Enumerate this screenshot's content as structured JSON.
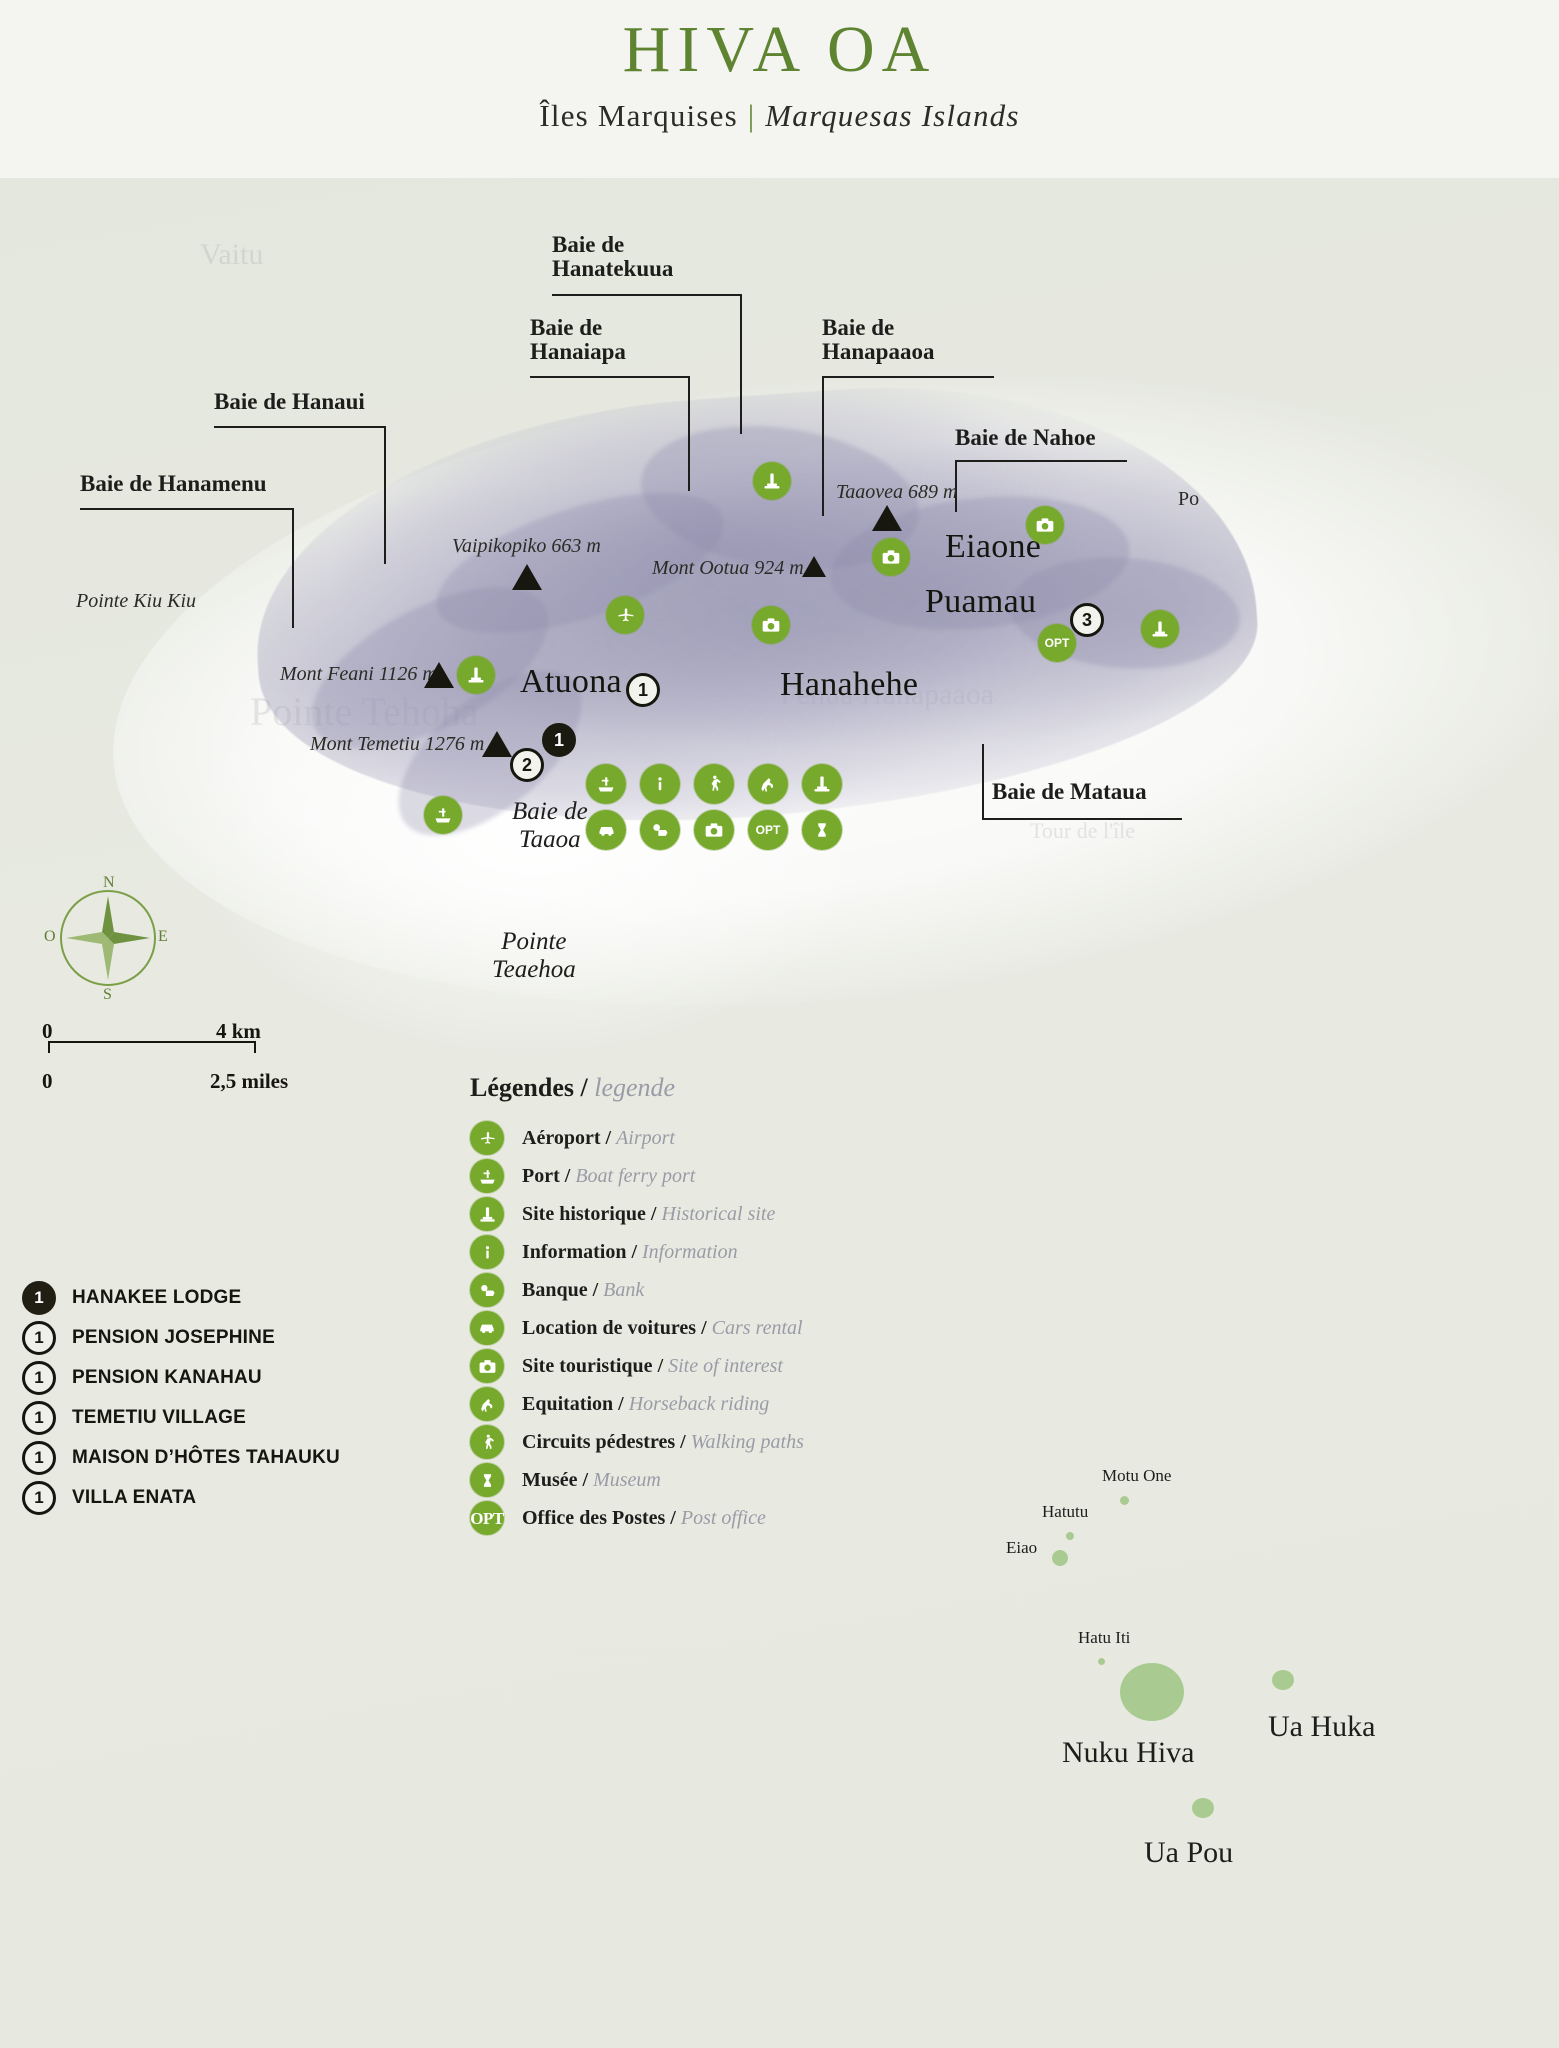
{
  "header": {
    "title": "HIVA OA",
    "subtitle_fr": "Îles Marquises",
    "subtitle_sep": "|",
    "subtitle_en": "Marquesas Islands"
  },
  "map": {
    "bay_callouts": [
      {
        "id": "hanatekuua",
        "line1": "Baie de",
        "line2": "Hanatekuua"
      },
      {
        "id": "hanaiapa",
        "line1": "Baie de",
        "line2": "Hanaiapa"
      },
      {
        "id": "hanapaaoa",
        "line1": "Baie de",
        "line2": "Hanapaaoa"
      },
      {
        "id": "nahoe",
        "line1": "Baie de Nahoe",
        "line2": ""
      },
      {
        "id": "hanaui",
        "line1": "Baie de Hanaui",
        "line2": ""
      },
      {
        "id": "hanamenu",
        "line1": "Baie de Hanamenu",
        "line2": ""
      },
      {
        "id": "mataua",
        "line1": "Baie de Mataua",
        "line2": ""
      }
    ],
    "places": [
      {
        "id": "pointe-kiu-kiu",
        "text": "Pointe Kiu Kiu"
      },
      {
        "id": "atuona",
        "text": "Atuona"
      },
      {
        "id": "hanahehe",
        "text": "Hanahehe"
      },
      {
        "id": "eiaone",
        "text": "Eiaone"
      },
      {
        "id": "puamau",
        "text": "Puamau"
      },
      {
        "id": "baie-de-taaoa",
        "line1": "Baie de",
        "line2": "Taaoa"
      },
      {
        "id": "pointe-teaehoa",
        "line1": "Pointe",
        "line2": "Teaehoa"
      },
      {
        "id": "edge-partial",
        "text": "Po"
      }
    ],
    "peaks": [
      {
        "id": "vaipikopiko",
        "label": "Vaipikopiko 663 m"
      },
      {
        "id": "mont-ootua",
        "label": "Mont Ootua 924 m"
      },
      {
        "id": "taaovea",
        "label": "Taaovea 689 m"
      },
      {
        "id": "mont-feani",
        "label": "Mont Feani 1126 m"
      },
      {
        "id": "mont-temetiu",
        "label": "Mont Temetiu 1276 m"
      }
    ],
    "map_badges": [
      {
        "id": "atuona-1",
        "num": "1",
        "filled": false
      },
      {
        "id": "atuona-2",
        "num": "2",
        "filled": false
      },
      {
        "id": "atuona-1-filled",
        "num": "1",
        "filled": true
      },
      {
        "id": "puamau-3",
        "num": "3",
        "filled": false
      }
    ]
  },
  "compass": {
    "north": "N",
    "south": "S",
    "east": "E",
    "west": "O"
  },
  "scale": {
    "km_zero": "0",
    "km_max": "4 km",
    "mi_zero": "0",
    "mi_max": "2,5 miles"
  },
  "legend": {
    "heading_fr": "Légendes",
    "heading_sep": "/",
    "heading_en": "legende",
    "items": [
      {
        "icon": "airport-icon",
        "fr": "Aéroport",
        "en": "Airport"
      },
      {
        "icon": "port-icon",
        "fr": "Port",
        "en": "Boat ferry port"
      },
      {
        "icon": "historic-site-icon",
        "fr": "Site historique",
        "en": "Historical site"
      },
      {
        "icon": "information-icon",
        "fr": "Information",
        "en": "Information"
      },
      {
        "icon": "bank-icon",
        "fr": "Banque",
        "en": "Bank"
      },
      {
        "icon": "car-rental-icon",
        "fr": "Location de voitures",
        "en": "Cars rental"
      },
      {
        "icon": "camera-icon",
        "fr": "Site touristique",
        "en": "Site of interest"
      },
      {
        "icon": "horse-icon",
        "fr": "Equitation",
        "en": "Horseback riding"
      },
      {
        "icon": "hiking-icon",
        "fr": "Circuits pédestres",
        "en": "Walking paths"
      },
      {
        "icon": "museum-icon",
        "fr": "Musée",
        "en": "Museum"
      },
      {
        "icon": "post-office-icon",
        "fr": "Office des Postes",
        "en": "Post office"
      }
    ]
  },
  "accommodations": [
    {
      "num": "1",
      "filled": true,
      "name": "HANAKEE LODGE"
    },
    {
      "num": "1",
      "filled": false,
      "name": "PENSION JOSEPHINE"
    },
    {
      "num": "1",
      "filled": false,
      "name": "PENSION KANAHAU"
    },
    {
      "num": "1",
      "filled": false,
      "name": "TEMETIU VILLAGE"
    },
    {
      "num": "1",
      "filled": false,
      "name": "MAISON D’HÔTES TAHAUKU"
    },
    {
      "num": "1",
      "filled": false,
      "name": "VILLA ENATA"
    }
  ],
  "inset_islands": [
    {
      "id": "motu-one",
      "name": "Motu One",
      "size": "sm"
    },
    {
      "id": "hatutu",
      "name": "Hatutu",
      "size": "sm"
    },
    {
      "id": "eiao",
      "name": "Eiao",
      "size": "sm"
    },
    {
      "id": "hatu-iti",
      "name": "Hatu Iti",
      "size": "sm"
    },
    {
      "id": "nuku-hiva",
      "name": "Nuku Hiva",
      "size": "lg"
    },
    {
      "id": "ua-huka",
      "name": "Ua Huka",
      "size": "lg"
    },
    {
      "id": "ua-pou",
      "name": "Ua Pou",
      "size": "lg"
    }
  ],
  "colors": {
    "title_green": "#5f8431",
    "icon_green": "#77aa2c",
    "ink": "#1d1d1b",
    "paper": "#e9ebe4"
  }
}
